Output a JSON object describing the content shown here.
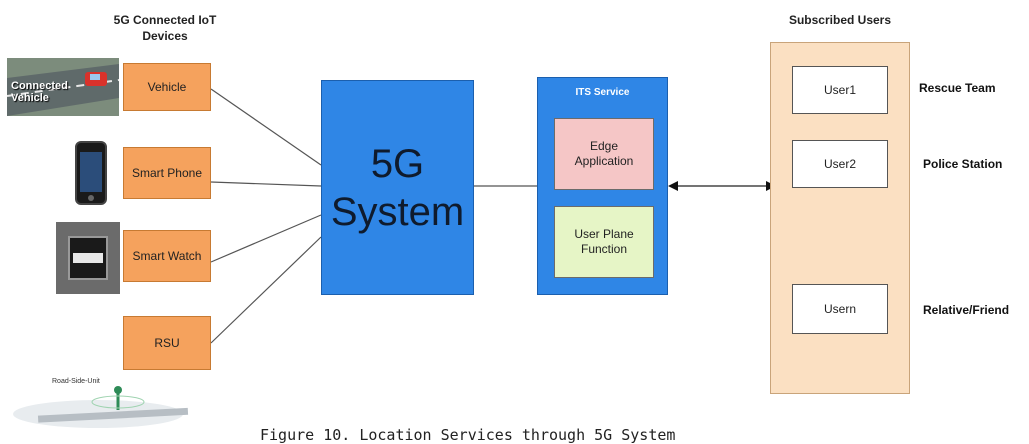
{
  "devices_header": "5G Connected IoT\nDevices",
  "devices": [
    {
      "label": "Vehicle",
      "icon": "connected-vehicle-image"
    },
    {
      "label": "Smart Phone",
      "icon": "smartphone-image"
    },
    {
      "label": "Smart Watch",
      "icon": "smartwatch-image"
    },
    {
      "label": "RSU",
      "icon": "road-side-unit-image"
    }
  ],
  "vehicle_image_text": "Connected\nVehicle",
  "rsu_image_text": "Road-Side-Unit",
  "core": {
    "line1": "5G",
    "line2": "System"
  },
  "its": {
    "title": "ITS Service",
    "edge": "Edge\nApplication",
    "upf": "User Plane\nFunction"
  },
  "users_header": "Subscribed Users",
  "users": [
    {
      "label": "User1",
      "role": "Rescue Team"
    },
    {
      "label": "User2",
      "role": "Police Station"
    },
    {
      "label": "Usern",
      "role": "Relative/Friend"
    }
  ],
  "caption": "Figure 10. Location Services through 5G System",
  "colors": {
    "device_fill": "#f5a25d",
    "core_fill": "#2f86e6",
    "edge_fill": "#f5c6c6",
    "upf_fill": "#e6f5c6",
    "users_panel": "#fbe0c2"
  }
}
